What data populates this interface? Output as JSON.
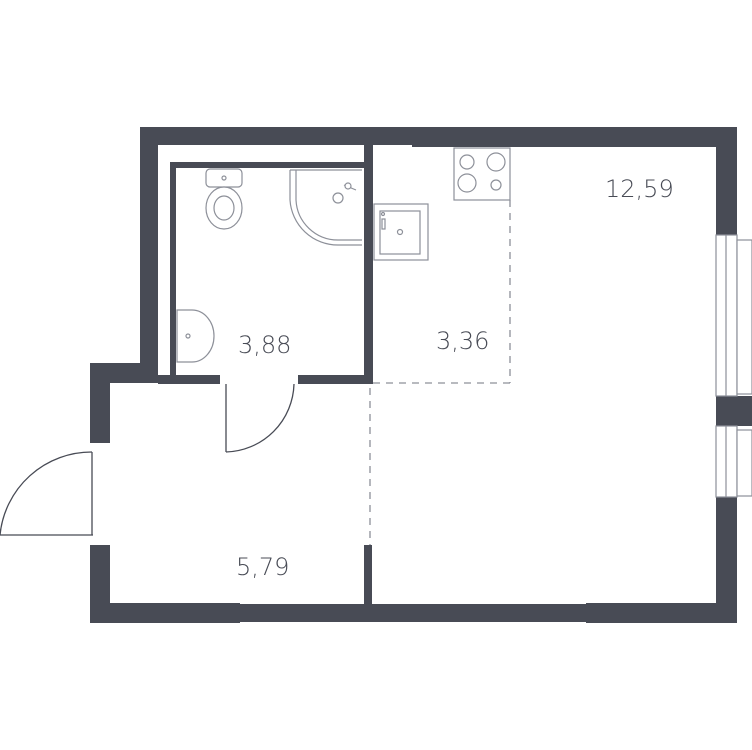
{
  "rooms": {
    "bathroom_area": "3,88",
    "kitchen_area": "3,36",
    "living_area": "12,59",
    "hall_area": "5,79"
  },
  "colors": {
    "wall": "#484b55",
    "fixture": "#8d9099",
    "background": "#ffffff"
  },
  "icons": [
    "toilet-icon",
    "sink-icon",
    "shower-icon",
    "stove-icon",
    "kitchen-sink-icon",
    "door-swing-icon",
    "window-icon"
  ]
}
